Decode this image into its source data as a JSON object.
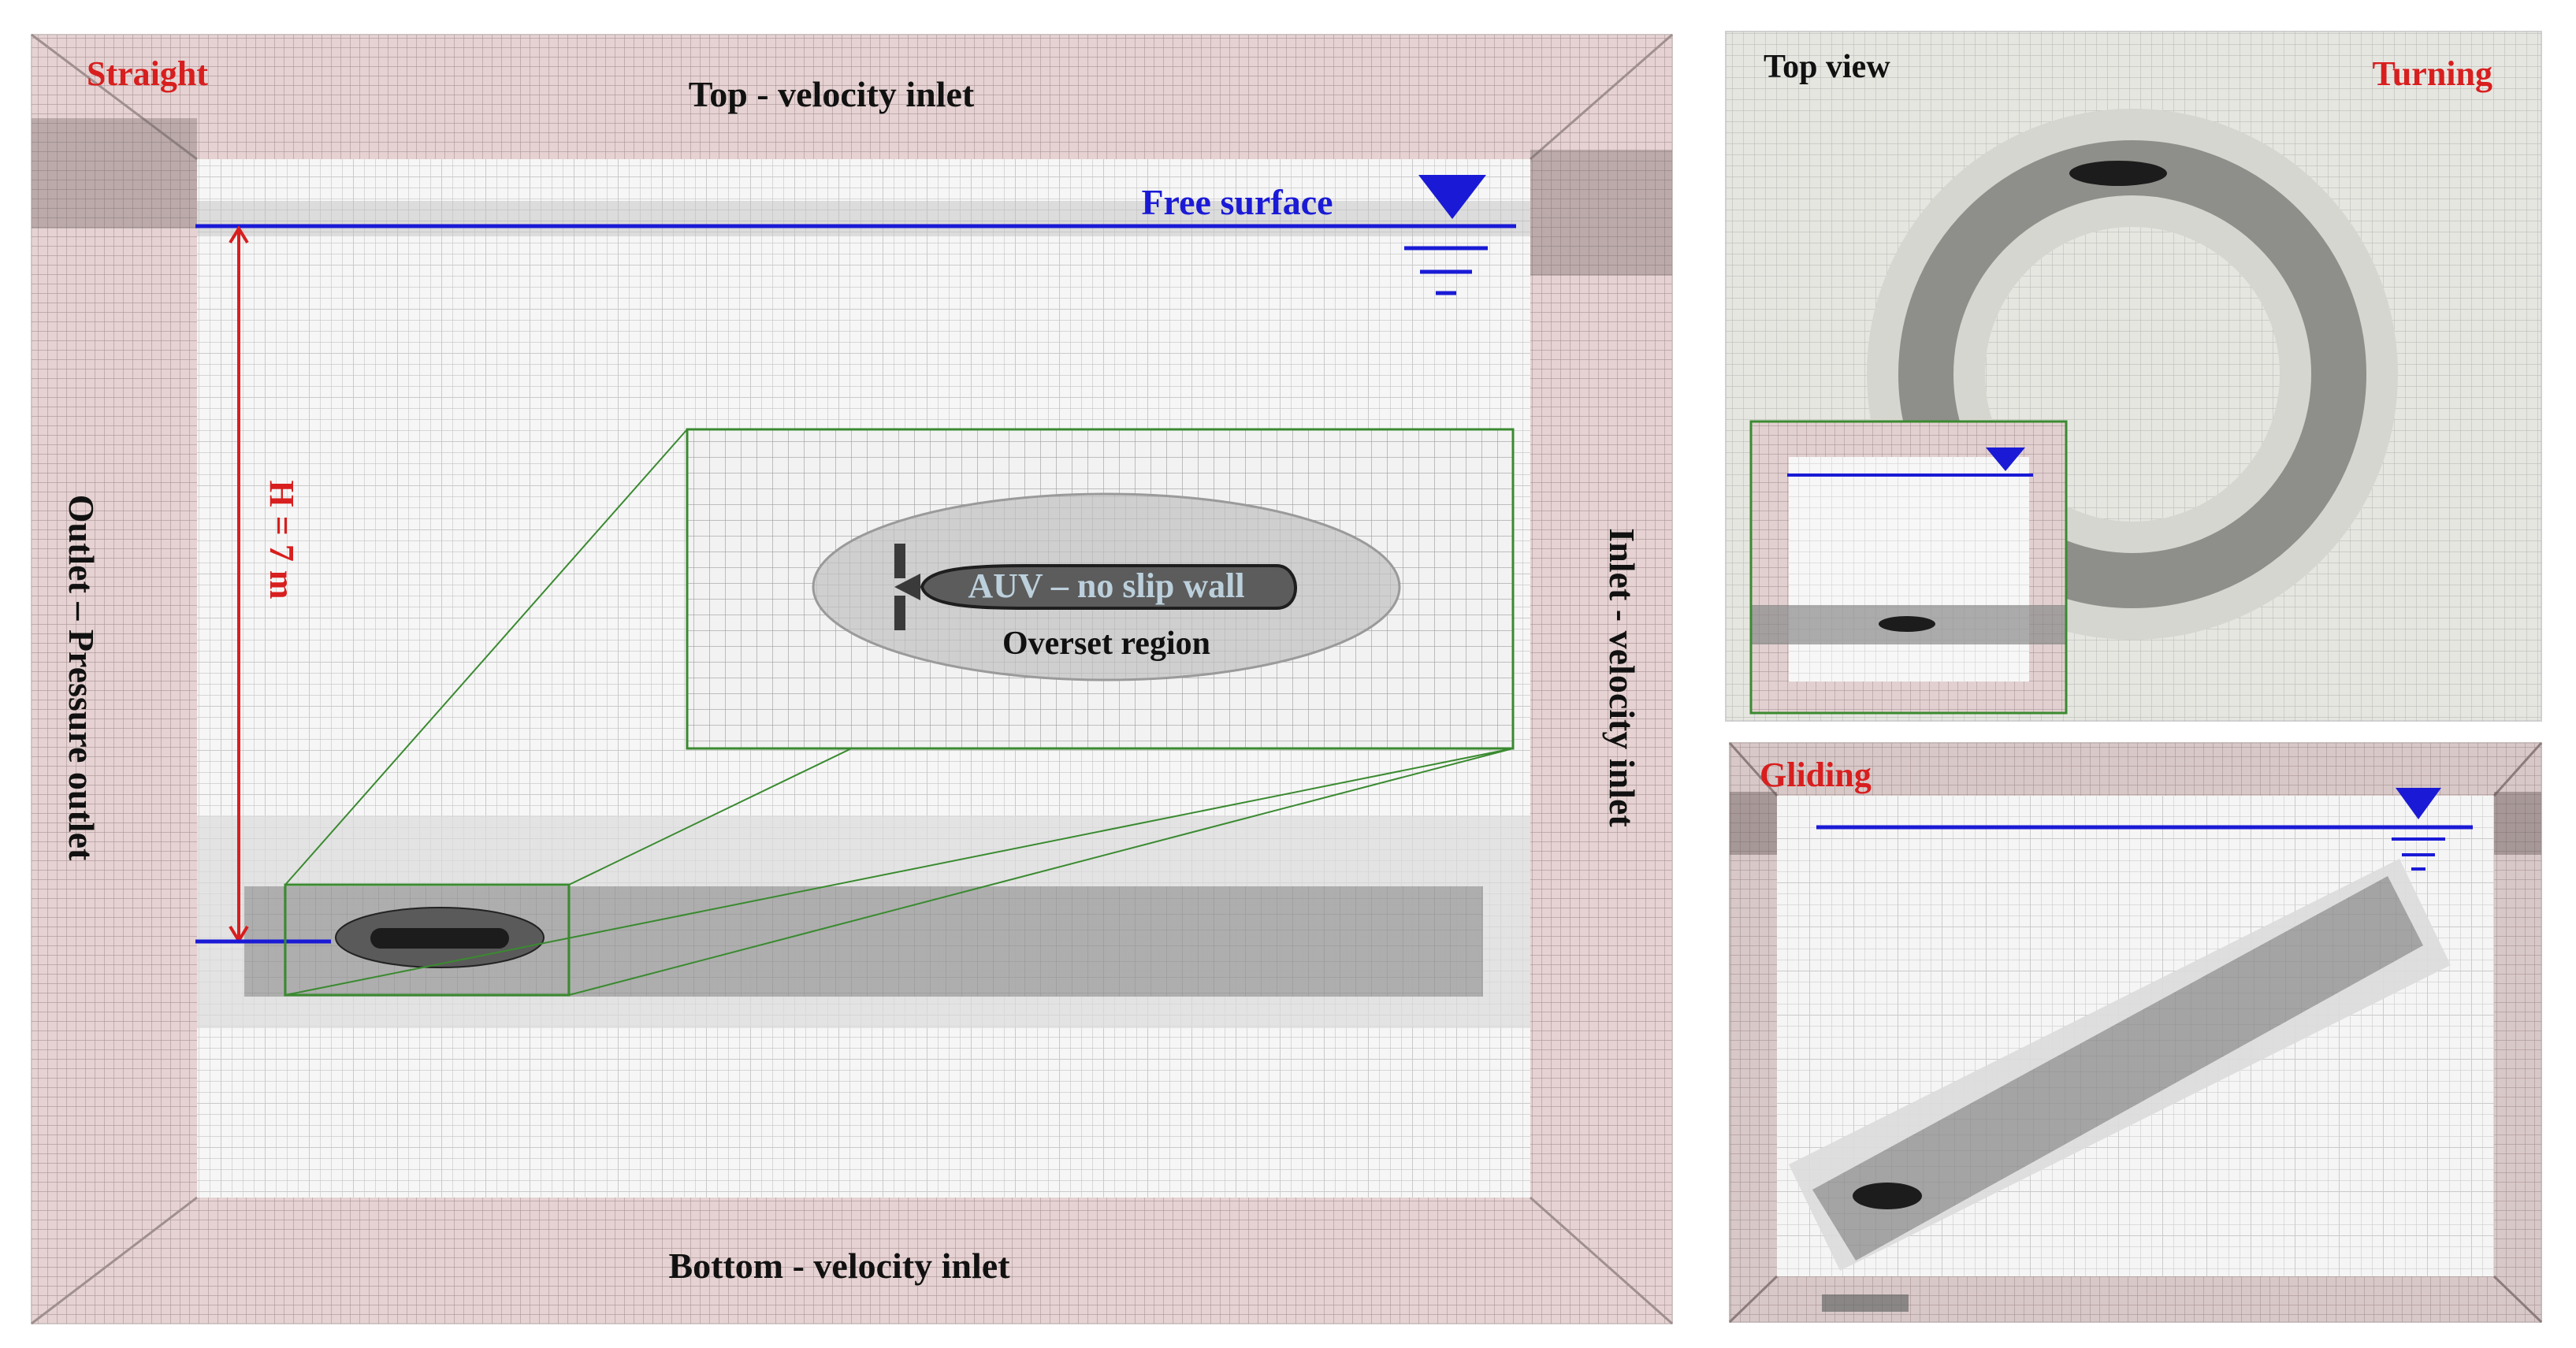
{
  "colors": {
    "label_red": "#d81e1e",
    "label_blue": "#1a1ad6",
    "label_black": "#111111",
    "inset_green": "#3a8a30",
    "wall_tint": "#e2c8c8",
    "mesh_line": "#8a8a8a",
    "refine_dark": "#7a7a7a",
    "vehicle": "#1c1c1c"
  },
  "straight": {
    "case_label": "Straight",
    "top_label": "Top - velocity inlet",
    "bottom_label": "Bottom - velocity inlet",
    "left_label": "Outlet – Pressure outlet",
    "right_label": "Inlet - velocity inlet",
    "free_surface_label": "Free surface",
    "depth_label": "H = 7 m",
    "inset": {
      "auv_label": "AUV – no slip wall",
      "overset_label": "Overset region"
    }
  },
  "turning": {
    "view_label": "Top view",
    "case_label": "Turning"
  },
  "gliding": {
    "case_label": "Gliding"
  },
  "icons": [
    "free-surface-icon",
    "auv-icon",
    "overset-region-icon"
  ]
}
